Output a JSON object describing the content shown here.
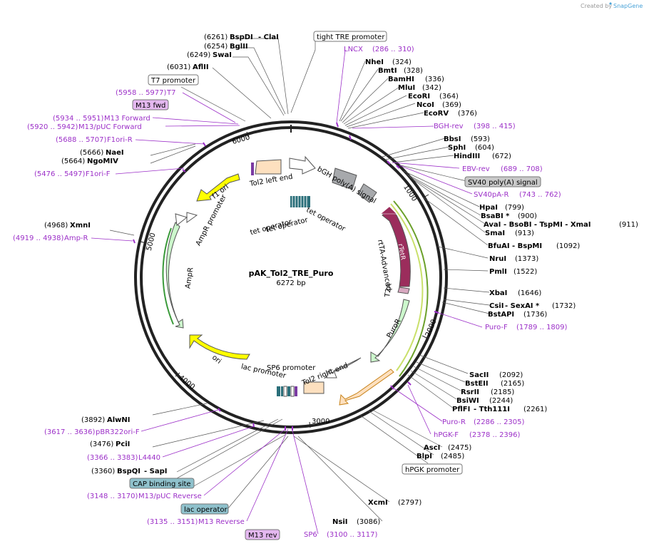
{
  "credit": {
    "prefix": "Created by",
    "brand": "SnapGene"
  },
  "plasmid": {
    "name": "pAK_Tol2_TRE_Puro",
    "length": "6272 bp"
  },
  "ticks": [
    "1000",
    "2000",
    "3000",
    "4000",
    "5000",
    "6000"
  ],
  "sites": [
    {
      "name": "BspDI",
      "extra": " - ClaI",
      "pos": "(6261)"
    },
    {
      "name": "BglII",
      "extra": "",
      "pos": "(6254)"
    },
    {
      "name": "SwaI",
      "extra": "",
      "pos": "(6249)"
    },
    {
      "name": "AflII",
      "extra": "",
      "pos": "(6031)"
    },
    {
      "name": "NaeI",
      "extra": "",
      "pos": "(5666)"
    },
    {
      "name": "NgoMIV",
      "extra": "",
      "pos": "(5664)"
    },
    {
      "name": "XmnI",
      "extra": "",
      "pos": "(4968)"
    },
    {
      "name": "AlwNI",
      "extra": "",
      "pos": "(3892)"
    },
    {
      "name": "PciI",
      "extra": "",
      "pos": "(3476)"
    },
    {
      "name": "BspQI",
      "extra": " - SapI",
      "pos": "(3360)"
    },
    {
      "name": "NheI",
      "extra": "",
      "pos": "(324)"
    },
    {
      "name": "BmtI",
      "extra": "",
      "pos": "(328)"
    },
    {
      "name": "BamHI",
      "extra": "",
      "pos": "(336)"
    },
    {
      "name": "MluI",
      "extra": "",
      "pos": "(342)"
    },
    {
      "name": "EcoRI",
      "extra": "",
      "pos": "(364)"
    },
    {
      "name": "NcoI",
      "extra": "",
      "pos": "(369)"
    },
    {
      "name": "EcoRV",
      "extra": "",
      "pos": "(376)"
    },
    {
      "name": "BbsI",
      "extra": "",
      "pos": "(593)"
    },
    {
      "name": "SphI",
      "extra": "",
      "pos": "(604)"
    },
    {
      "name": "HindIII",
      "extra": "",
      "pos": "(672)"
    },
    {
      "name": "HpaI",
      "extra": "",
      "pos": "(799)"
    },
    {
      "name": "BsaBI *",
      "extra": "",
      "pos": "(900)"
    },
    {
      "name": "AvaI",
      "extra": " - BsoBI  - TspMI  - XmaI",
      "pos": "(911)"
    },
    {
      "name": "SmaI",
      "extra": "",
      "pos": "(913)"
    },
    {
      "name": "BfuAI",
      "extra": " - BspMI",
      "pos": "(1092)"
    },
    {
      "name": "NruI",
      "extra": "",
      "pos": "(1373)"
    },
    {
      "name": "PmlI",
      "extra": "",
      "pos": "(1522)"
    },
    {
      "name": "XbaI",
      "extra": "",
      "pos": "(1646)"
    },
    {
      "name": "CsiI",
      "extra": " - SexAI *",
      "pos": "(1732)"
    },
    {
      "name": "BstAPI",
      "extra": "",
      "pos": "(1736)"
    },
    {
      "name": "SacII",
      "extra": "",
      "pos": "(2092)"
    },
    {
      "name": "BstEII",
      "extra": "",
      "pos": "(2165)"
    },
    {
      "name": "RsrII",
      "extra": "",
      "pos": "(2185)"
    },
    {
      "name": "BsiWI",
      "extra": "",
      "pos": "(2244)"
    },
    {
      "name": "PflFI",
      "extra": " - Tth111I",
      "pos": "(2261)"
    },
    {
      "name": "AscI",
      "extra": "",
      "pos": "(2475)"
    },
    {
      "name": "BlpI",
      "extra": "",
      "pos": "(2485)"
    },
    {
      "name": "XcmI",
      "extra": "",
      "pos": "(2797)"
    },
    {
      "name": "NsiI",
      "extra": "",
      "pos": "(3086)"
    }
  ],
  "primers": [
    {
      "name": "T7",
      "pos": "(5958 .. 5977)"
    },
    {
      "name": "M13 Forward",
      "pos": "(5934 .. 5951)"
    },
    {
      "name": "M13/pUC Forward",
      "pos": "(5920 .. 5942)"
    },
    {
      "name": "F1ori-R",
      "pos": "(5688 .. 5707)"
    },
    {
      "name": "F1ori-F",
      "pos": "(5476 .. 5497)"
    },
    {
      "name": "Amp-R",
      "pos": "(4919 .. 4938)"
    },
    {
      "name": "pBR322ori-F",
      "pos": "(3617 .. 3636)"
    },
    {
      "name": "L4440",
      "pos": "(3366 .. 3383)"
    },
    {
      "name": "M13/pUC Reverse",
      "pos": "(3148 .. 3170)"
    },
    {
      "name": "M13 Reverse",
      "pos": "(3135 .. 3151)"
    },
    {
      "name": "SP6",
      "pos": "(3100 .. 3117)"
    },
    {
      "name": "LNCX",
      "pos": "(286 .. 310)"
    },
    {
      "name": "BGH-rev",
      "pos": "(398 .. 415)"
    },
    {
      "name": "EBV-rev",
      "pos": "(689 .. 708)"
    },
    {
      "name": "SV40pA-R",
      "pos": "(743 .. 762)"
    },
    {
      "name": "Puro-F",
      "pos": "(1789 .. 1809)"
    },
    {
      "name": "Puro-R",
      "pos": "(2286 .. 2305)"
    },
    {
      "name": "hPGK-F",
      "pos": "(2378 .. 2396)"
    }
  ],
  "boxes": [
    {
      "label": "tight TRE promoter"
    },
    {
      "label": "T7 promoter"
    },
    {
      "label": "M13 fwd"
    },
    {
      "label": "SV40 poly(A) signal"
    },
    {
      "label": "hPGK promoter"
    },
    {
      "label": "CAP binding site"
    },
    {
      "label": "lac operator"
    },
    {
      "label": "M13 rev"
    }
  ],
  "features": {
    "tol2_left": "Tol2 left end",
    "bgh": "bGH poly(A) signal",
    "tet_op_1": "tet operator",
    "tet_op_2": "tet operator",
    "tet_op_3": "tet operator",
    "rtta": "rtTA-Advanced",
    "rtetr": "rTetR",
    "t2a": "T2A",
    "puror": "PuroR",
    "tol2_right": "Tol2 right end",
    "sp6_prom": "SP6 promoter",
    "lac_prom": "lac promoter",
    "ori": "ori",
    "ampr": "AmpR",
    "ampr_prom": "AmpR promoter",
    "f1ori": "f1 ori"
  },
  "colors": {
    "backbone": "#222222",
    "primer": "#9c30c8",
    "ori": "#ffff00",
    "ampr": "#ccf7cc",
    "puror": "#ccf7cc",
    "rtta": "#9b2d5c",
    "tol2": "#fde0bf",
    "polyA": "#a7a9ac",
    "cap_box": "#8fc1cc",
    "primer_box": "#e4b8f0"
  }
}
